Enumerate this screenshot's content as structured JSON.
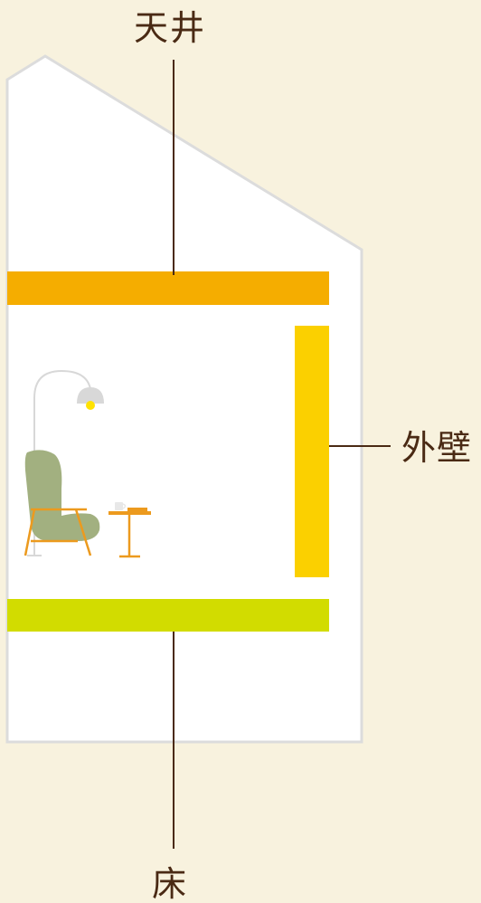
{
  "labels": {
    "ceiling": "天井",
    "exterior_wall": "外壁",
    "floor": "床"
  },
  "colors": {
    "background": "#f8f2de",
    "house_fill": "#ffffff",
    "house_outline": "#dcdcdc",
    "ceiling_insulation": "#f5ad00",
    "wall_insulation": "#fbd000",
    "floor_insulation": "#d2dc00",
    "leader_line": "#4a2a14",
    "chair": "#a2b080",
    "furniture_frame": "#ec9a1e",
    "lamp": "#d8d8d8",
    "bulb": "#ffe200"
  },
  "icons": {
    "room_furniture": [
      "floor-lamp-icon",
      "armchair-icon",
      "side-table-icon",
      "cup-icon",
      "book-icon"
    ]
  }
}
